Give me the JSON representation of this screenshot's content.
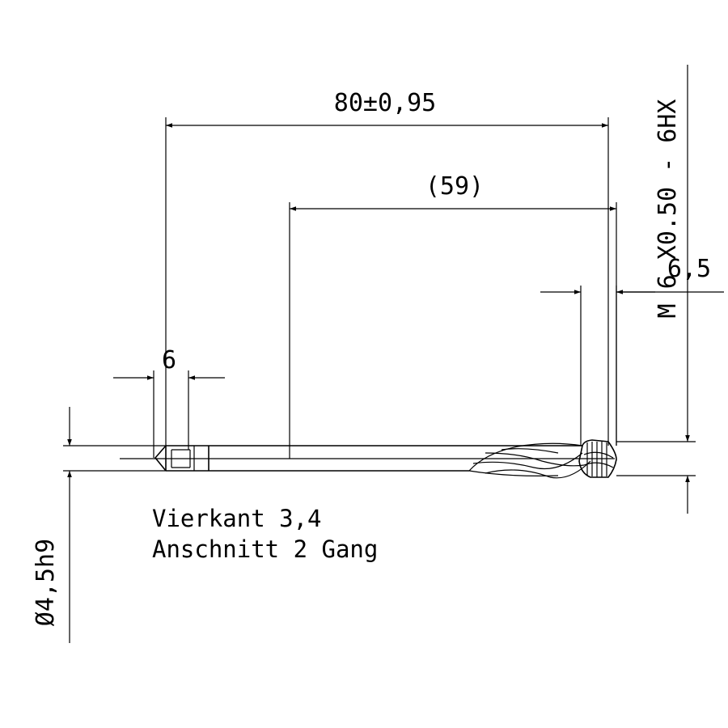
{
  "dimensions": {
    "overall_length": "80±0,95",
    "thread_length": "(59)",
    "square_length": "6",
    "chamfer_length": "6,5",
    "thread_spec": "M 6 X0.50 - 6HX",
    "shank_diameter": "Ø4,5h9"
  },
  "notes": {
    "line1": "Vierkant 3,4",
    "line2": "Anschnitt 2 Gang"
  }
}
